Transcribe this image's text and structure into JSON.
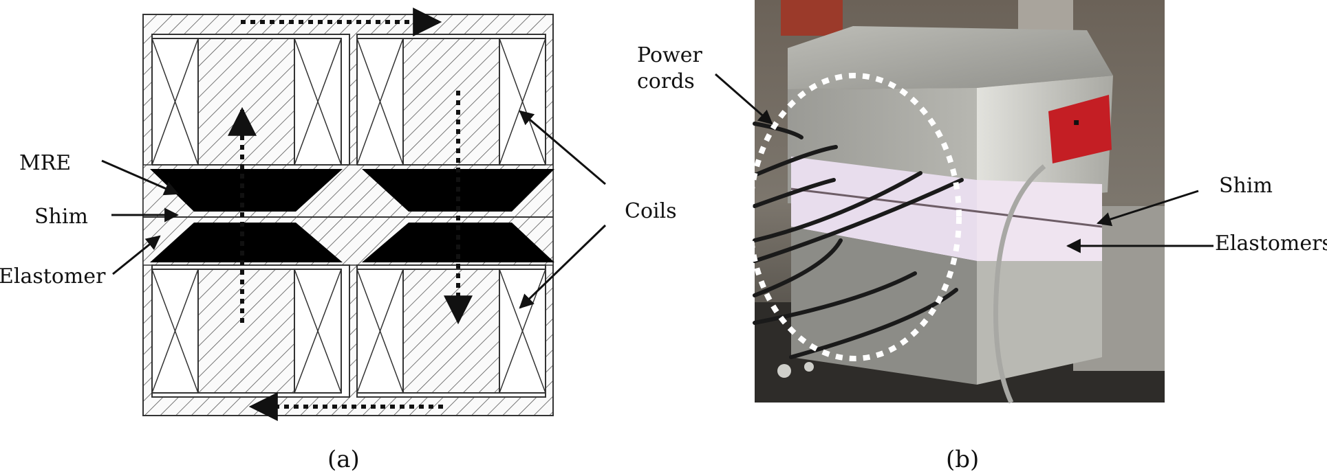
{
  "panel_a": {
    "labels": {
      "mre": "MRE",
      "shim": "Shim",
      "elastomer": "Elastomer",
      "coils": "Coils"
    },
    "caption": "(a)"
  },
  "panel_b": {
    "labels": {
      "power_cords_line1": "Power",
      "power_cords_line2": "cords",
      "shim": "Shim",
      "elastomers": "Elastomers"
    },
    "caption": "(b)"
  },
  "colors": {
    "outline": "#333333",
    "hatch": "#555555",
    "elastomer_fill": "#000000",
    "steel_light": "#c9c9c4",
    "steel_dark": "#8d8d88",
    "elastomer_band": "#ede2ee",
    "sensor_red": "#c41e24"
  }
}
